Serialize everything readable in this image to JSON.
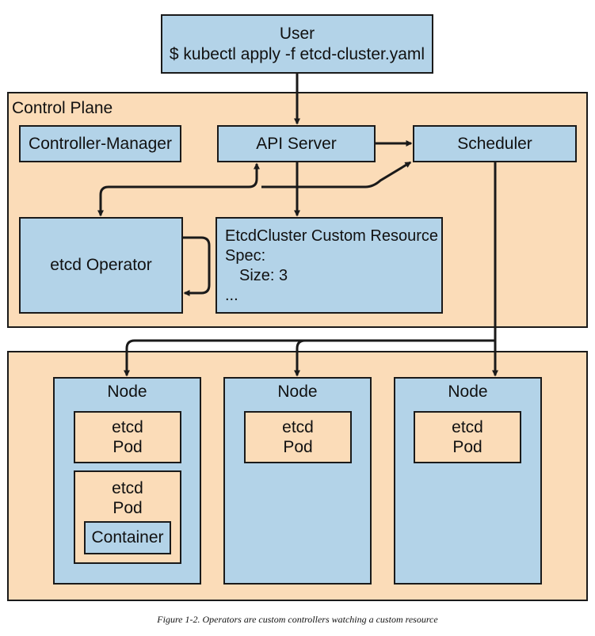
{
  "colors": {
    "zone": "#fbdcb8",
    "blue": "#b3d3e8",
    "stroke": "#1a1a1a"
  },
  "user": {
    "title": "User",
    "command": "$ kubectl apply -f etcd-cluster.yaml"
  },
  "control_plane": {
    "title": "Control Plane",
    "controller_manager": "Controller-Manager",
    "api_server": "API Server",
    "scheduler": "Scheduler",
    "etcd_operator": "etcd Operator",
    "custom_resource": {
      "title": "EtcdCluster Custom Resource",
      "spec": "Spec:",
      "size": "Size: 3",
      "ellipsis": "..."
    }
  },
  "nodes": [
    {
      "label": "Node",
      "pods": [
        {
          "line1": "etcd",
          "line2": "Pod"
        },
        {
          "line1": "etcd",
          "line2": "Pod",
          "container": "Container"
        }
      ]
    },
    {
      "label": "Node",
      "pods": [
        {
          "line1": "etcd",
          "line2": "Pod"
        }
      ]
    },
    {
      "label": "Node",
      "pods": [
        {
          "line1": "etcd",
          "line2": "Pod"
        }
      ]
    }
  ],
  "caption": "Figure 1-2. Operators are custom controllers watching a custom resource"
}
